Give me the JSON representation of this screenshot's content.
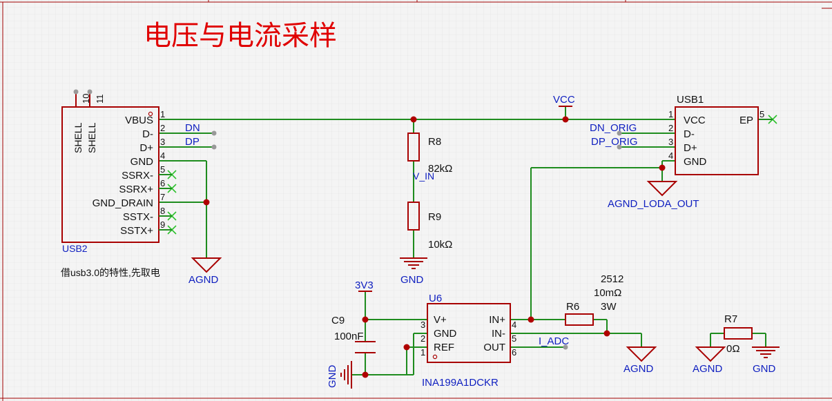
{
  "title": "电压与电流采样",
  "colors": {
    "wire": "#1e8c1e",
    "symbol": "#a80000",
    "pin_num": "#1a1a1a",
    "net_label": "#1020c0",
    "title_red": "#e00000",
    "noconnect": "#2cc02c",
    "junction": "#b00000",
    "grid": "#dcdcdc",
    "background": "#f4f4f4"
  },
  "usb2": {
    "ref": "USB2",
    "shell_label_a": "SHELL",
    "shell_label_b": "SHELL",
    "shell_pin_a": "10",
    "shell_pin_b": "11",
    "pins": [
      {
        "num": "1",
        "name": "VBUS"
      },
      {
        "num": "2",
        "name": "D-"
      },
      {
        "num": "3",
        "name": "D+"
      },
      {
        "num": "4",
        "name": "GND"
      },
      {
        "num": "5",
        "name": "SSRX-"
      },
      {
        "num": "6",
        "name": "SSRX+"
      },
      {
        "num": "7",
        "name": "GND_DRAIN"
      },
      {
        "num": "8",
        "name": "SSTX-"
      },
      {
        "num": "9",
        "name": "SSTX+"
      }
    ],
    "note": "借usb3.0的特性,先取电"
  },
  "usb1": {
    "ref": "USB1",
    "pins": [
      {
        "num": "1",
        "name": "VCC"
      },
      {
        "num": "2",
        "name": "D-"
      },
      {
        "num": "3",
        "name": "D+"
      },
      {
        "num": "4",
        "name": "GND"
      }
    ],
    "ep_name": "EP",
    "ep_num": "5"
  },
  "nets": {
    "dn": "DN",
    "dp": "DP",
    "vcc": "VCC",
    "dn_orig": "DN_ORIG",
    "dp_orig": "DP_ORIG",
    "agnd_loda_out": "AGND_LODA_OUT",
    "v_in": "V_IN",
    "i_adc": "I_ADC",
    "v3v3": "3V3",
    "gnd": "GND",
    "agnd": "AGND"
  },
  "r8": {
    "ref": "R8",
    "value": "82kΩ"
  },
  "r9": {
    "ref": "R9",
    "value": "10kΩ"
  },
  "r6": {
    "ref": "R6",
    "package": "2512",
    "value": "10mΩ",
    "power": "3W"
  },
  "r7": {
    "ref": "R7",
    "value": "0Ω"
  },
  "c9": {
    "ref": "C9",
    "value": "100nF"
  },
  "u6": {
    "ref": "U6",
    "part": "INA199A1DCKR",
    "left_pins": [
      {
        "num": "3",
        "name": "V+"
      },
      {
        "num": "2",
        "name": "GND"
      },
      {
        "num": "1",
        "name": "REF"
      }
    ],
    "right_pins": [
      {
        "num": "4",
        "name": "IN+"
      },
      {
        "num": "5",
        "name": "IN-"
      },
      {
        "num": "6",
        "name": "OUT"
      }
    ]
  }
}
